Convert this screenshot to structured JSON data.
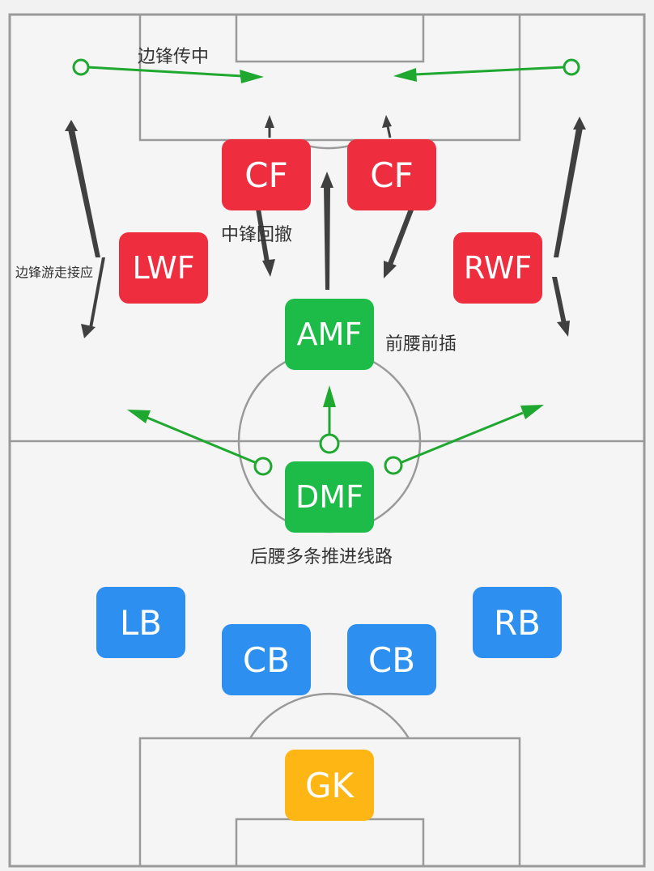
{
  "colors": {
    "attack": "#ee2d3f",
    "midfield": "#1dbb47",
    "defense": "#2d8ff0",
    "goalkeeper": "#fdb614",
    "pass_arrow": "#1fa82f",
    "run_arrow": "#404040",
    "pitch_line": "#999999",
    "pitch_bg": "#f5f5f5"
  },
  "players": {
    "cf_left": "CF",
    "cf_right": "CF",
    "lwf": "LWF",
    "rwf": "RWF",
    "amf": "AMF",
    "dmf": "DMF",
    "lb": "LB",
    "rb": "RB",
    "cb_left": "CB",
    "cb_right": "CB",
    "gk": "GK"
  },
  "annotations": {
    "wing_cross": "边锋传中",
    "striker_drop": "中锋回撤",
    "winger_roam": "边锋游走接应",
    "amf_run": "前腰前插",
    "dmf_routes": "后腰多条推进线路"
  }
}
